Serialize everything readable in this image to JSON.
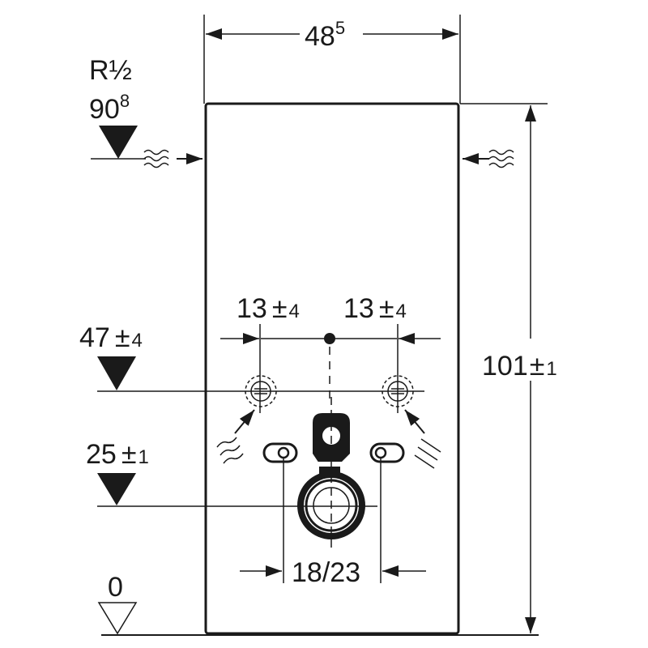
{
  "dimensions": {
    "width_main": "48",
    "width_sup": "5",
    "height_main": "101",
    "height_pm": "±",
    "height_tol": "1",
    "spacing_left_main": "13",
    "spacing_left_pm": "±",
    "spacing_left_tol": "4",
    "spacing_right_main": "13",
    "spacing_right_pm": "±",
    "spacing_right_tol": "4",
    "bolt_spacing": "18/23"
  },
  "levels": {
    "water_thread": "R½",
    "water_main": "90",
    "water_sup": "8",
    "fix_main": "47",
    "fix_pm": "±",
    "fix_tol": "4",
    "drain_main": "25",
    "drain_pm": "±",
    "drain_tol": "1",
    "floor": "0"
  }
}
